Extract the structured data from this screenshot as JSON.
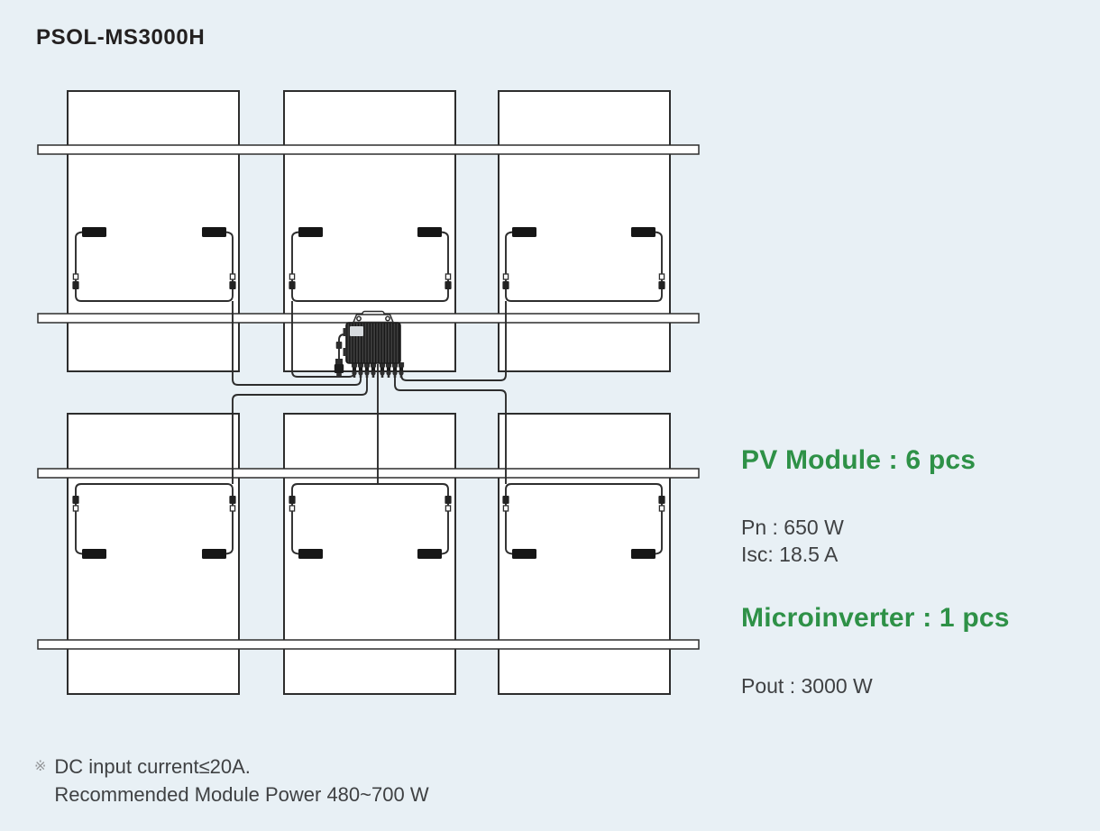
{
  "title": "PSOL-MS3000H",
  "specs": {
    "pv_module_heading": "PV Module : 6 pcs",
    "pn": "Pn : 650 W",
    "isc": "Isc: 18.5 A",
    "microinverter_heading": "Microinverter : 1 pcs",
    "pout": "Pout : 3000 W"
  },
  "note": {
    "marker": "※",
    "line1": "DC input current≤20A.",
    "line2": "Recommended Module Power 480~700 W"
  },
  "diagram": {
    "pv_panel_count": 6,
    "junction_boxes_per_panel": 2,
    "microinverter_count": 1,
    "rail_count": 4
  },
  "colors": {
    "background": "#e8f0f5",
    "accent_green": "#2e9147",
    "text_dark": "#3f4143",
    "title_dark": "#232020",
    "line": "#2d2d2d"
  }
}
